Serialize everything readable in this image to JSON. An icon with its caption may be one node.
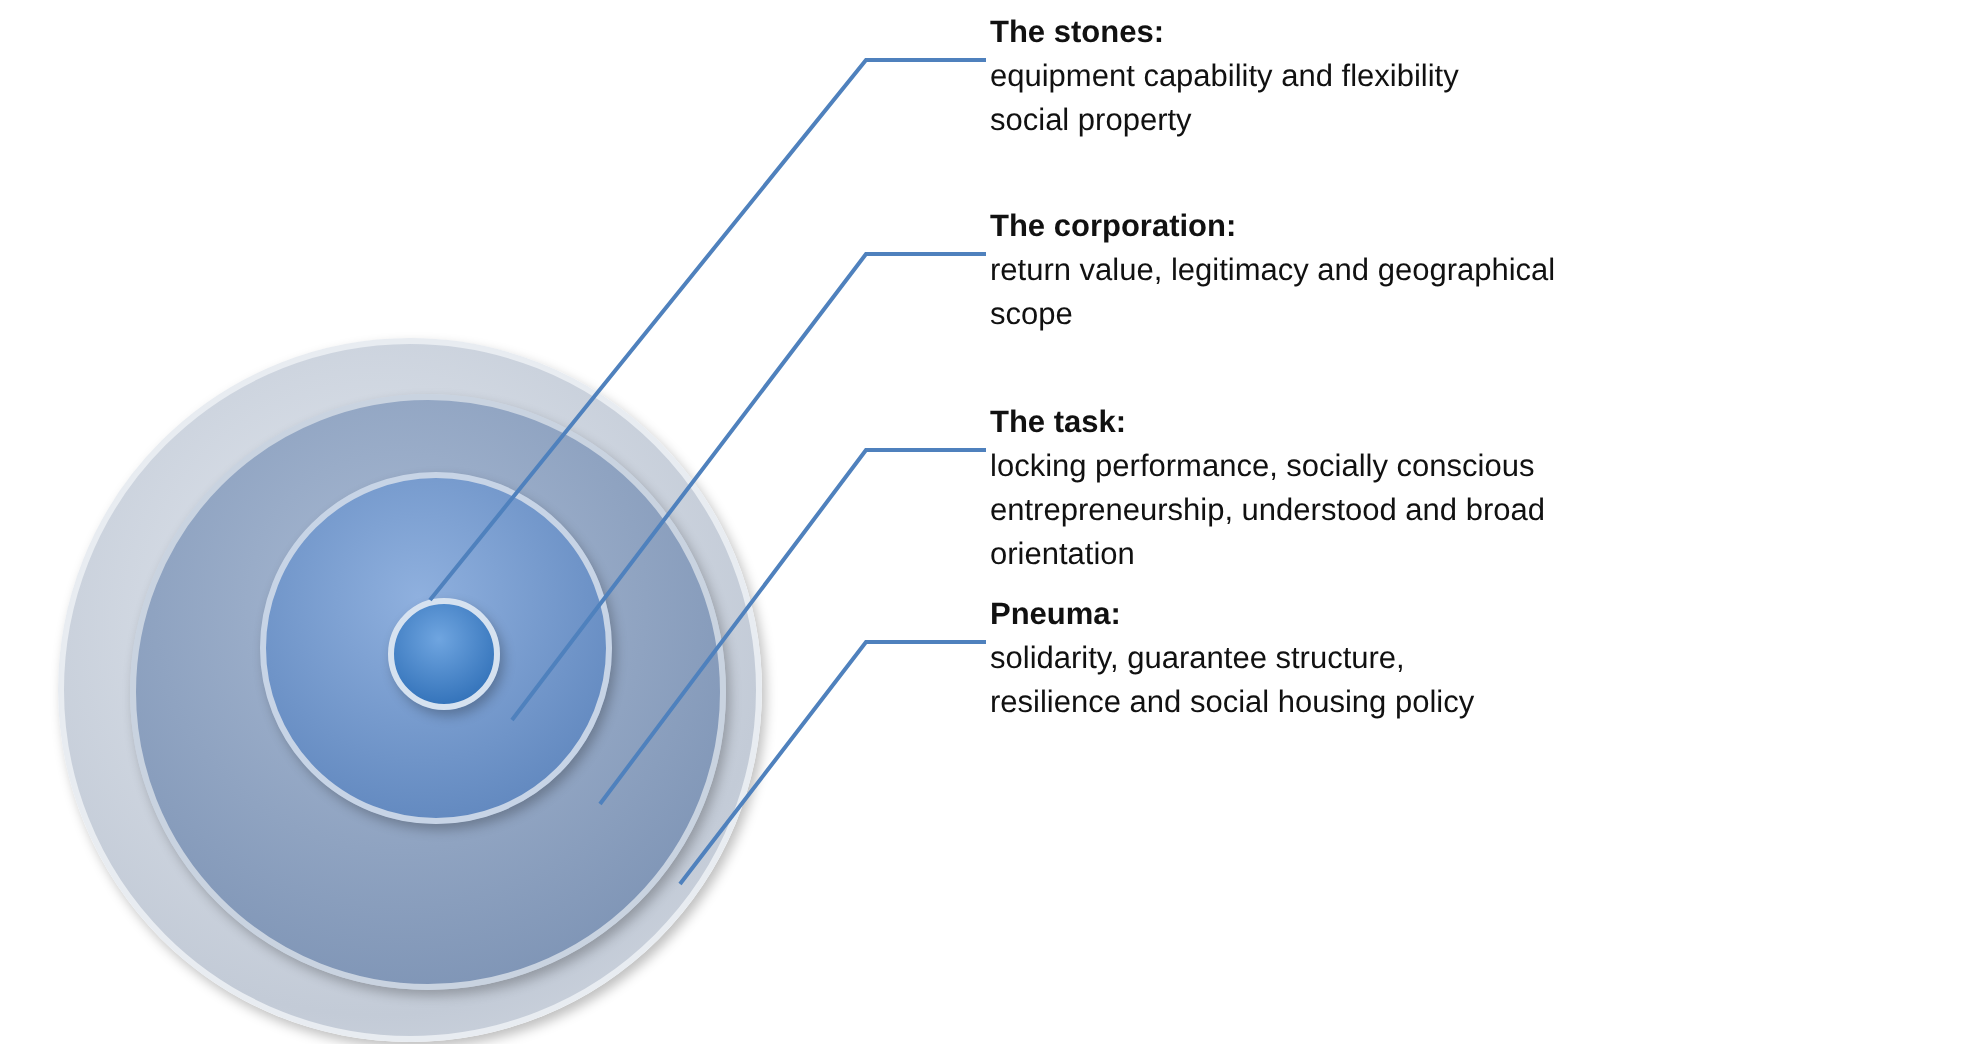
{
  "diagram": {
    "nodes": [
      {
        "text": [],
        "shape": "circle"
      },
      {
        "text": [],
        "shape": "circle",
        "in": 0
      },
      {
        "text": [],
        "shape": "circle",
        "in": 1
      },
      {
        "text": [],
        "shape": "circle",
        "in": 2
      },
      {
        "text": [
          "The stones:",
          "equipment capability and flexibility",
          "social property"
        ]
      },
      {
        "text": [
          "**The corporation**:",
          "return value, legitimacy and geographical scope"
        ]
      },
      {
        "text": [
          "The task:",
          "locking performance, socially conscious entrepreneurship, understood and broad orientation"
        ]
      },
      {
        "text": [
          "Pneuma:",
          "solidarity, guarantee structure, resilience and social housing policy"
        ]
      }
    ],
    "edges": [
      {
        "from": 4,
        "to": 3,
        "arrow": "none"
      },
      {
        "from": 5,
        "to": 2,
        "arrow": "none"
      },
      {
        "from": 6,
        "to": 1,
        "arrow": "none"
      },
      {
        "from": 7,
        "to": 0,
        "arrow": "none"
      }
    ]
  }
}
